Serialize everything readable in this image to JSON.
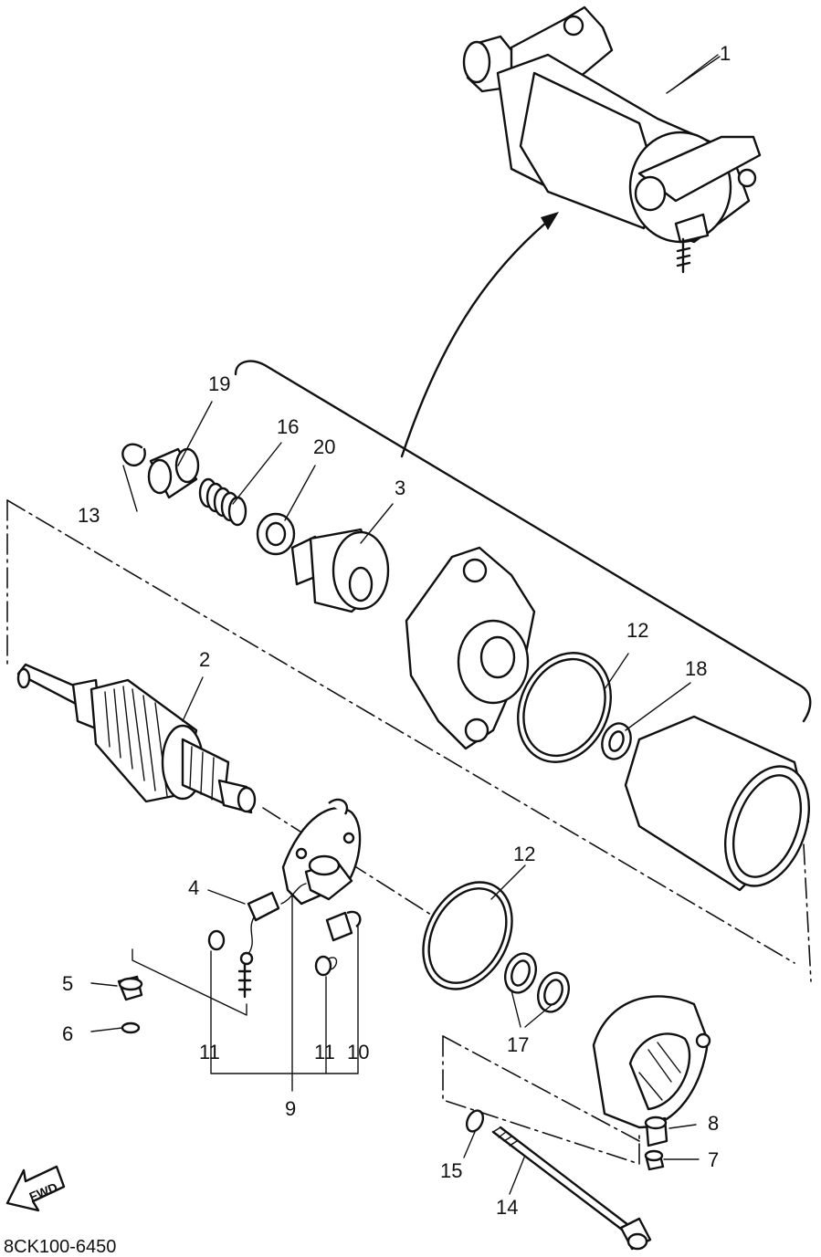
{
  "callouts": {
    "p1": "1",
    "p2": "2",
    "p3": "3",
    "p4": "4",
    "p5": "5",
    "p6": "6",
    "p7": "7",
    "p8": "8",
    "p9": "9",
    "p10": "10",
    "p11a": "11",
    "p11b": "11",
    "p12a": "12",
    "p12b": "12",
    "p13": "13",
    "p14": "14",
    "p15": "15",
    "p16": "16",
    "p17": "17",
    "p18": "18",
    "p19": "19",
    "p20": "20"
  },
  "fwd_label": "FWD",
  "diagram_code": "8CK100-6450"
}
